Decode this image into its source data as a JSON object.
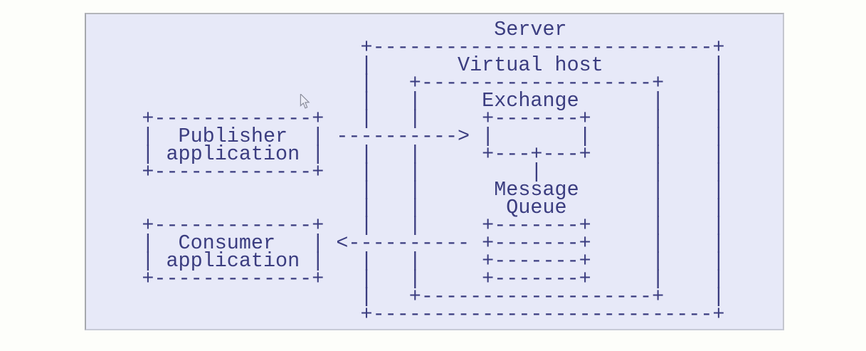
{
  "diagram": {
    "title": "Server",
    "entities": {
      "server": "Server",
      "virtual_host": "Virtual host",
      "exchange": "Exchange",
      "message_queue_line1": "Message",
      "message_queue_line2": "Queue",
      "publisher_line1": "Publisher",
      "publisher_line2": "application",
      "consumer_line1": "Consumer",
      "consumer_line2": "application"
    },
    "arrows": {
      "publisher_to_exchange": "---------->",
      "queue_to_consumer": "<----------"
    },
    "lines": [
      "                                  Server",
      "                       +----------------------------+",
      "                       |       Virtual host         |",
      "                       |   +-------------------+    |",
      "                       |   |     Exchange      |    |",
      "     +-------------+   |   |     +-------+     |    |",
      "     |  Publisher  | ----------> |       |     |    |",
      "     | application |   |   |     +---+---+     |    |",
      "     +-------------+   |   |         |         |    |",
      "                       |   |      Message      |    |",
      "                       |   |       Queue       |    |",
      "     +-------------+   |   |     +-------+     |    |",
      "     |  Consumer   | <---------- +-------+     |    |",
      "     | application |   |   |     +-------+     |    |",
      "     +-------------+   |   |     +-------+     |    |",
      "                       |   +-------------------+    |",
      "                       +----------------------------+"
    ]
  },
  "colors": {
    "ink": "#3b3d80",
    "panel_bg": "#e7e9f8",
    "page_bg": "#fdfefa",
    "panel_border": "#a6a8ad"
  }
}
